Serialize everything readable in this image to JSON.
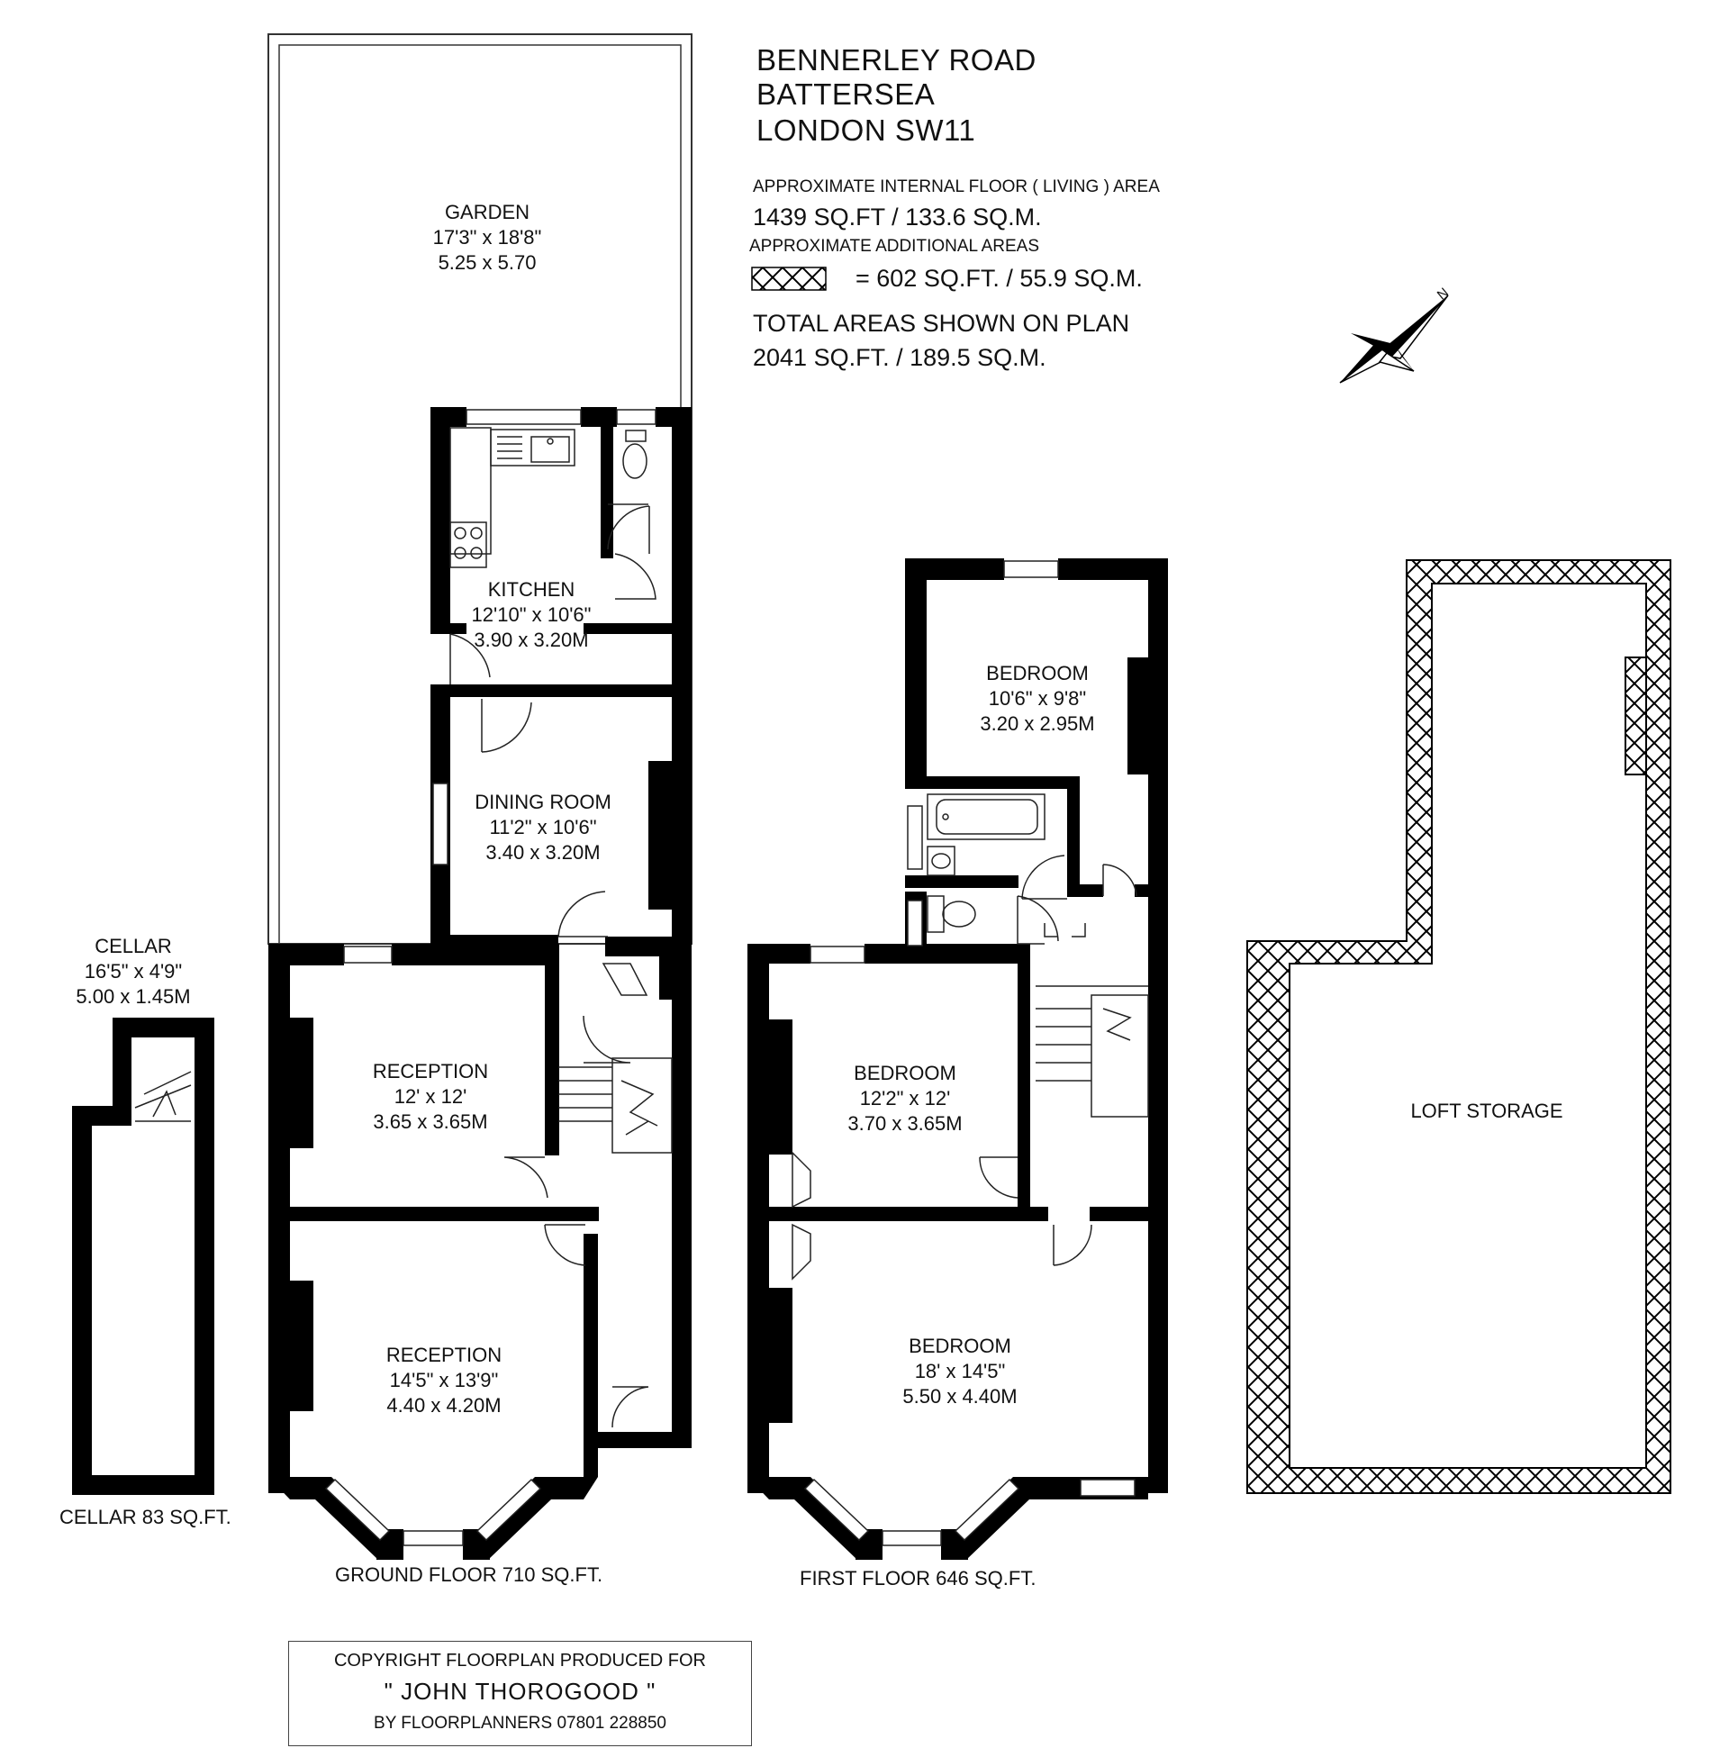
{
  "address": {
    "line1": "BENNERLEY ROAD",
    "line2": "BATTERSEA",
    "line3": "LONDON SW11"
  },
  "areas": {
    "living_label": "APPROXIMATE INTERNAL FLOOR ( LIVING ) AREA",
    "living_value": "1439 SQ.FT / 133.6 SQ.M.",
    "additional_label": "APPROXIMATE ADDITIONAL AREAS",
    "additional_value": "= 602 SQ.FT. / 55.9 SQ.M.",
    "total_label": "TOTAL AREAS SHOWN ON PLAN",
    "total_value": "2041 SQ.FT. / 189.5 SQ.M."
  },
  "compass": {
    "north_label": "N"
  },
  "rooms": {
    "garden": {
      "name": "GARDEN",
      "imperial": "17'3\" x 18'8\"",
      "metric": "5.25 x 5.70"
    },
    "kitchen": {
      "name": "KITCHEN",
      "imperial": "12'10\" x 10'6\"",
      "metric": "3.90 x 3.20M"
    },
    "dining": {
      "name": "DINING ROOM",
      "imperial": "11'2\" x 10'6\"",
      "metric": "3.40 x 3.20M"
    },
    "reception1": {
      "name": "RECEPTION",
      "imperial": "12' x 12'",
      "metric": "3.65 x 3.65M"
    },
    "reception2": {
      "name": "RECEPTION",
      "imperial": "14'5\" x 13'9\"",
      "metric": "4.40 x 4.20M"
    },
    "cellar": {
      "name": "CELLAR",
      "imperial": "16'5\" x 4'9\"",
      "metric": "5.00 x 1.45M"
    },
    "bedroom1": {
      "name": "BEDROOM",
      "imperial": "10'6\" x 9'8\"",
      "metric": "3.20 x 2.95M"
    },
    "bedroom2": {
      "name": "BEDROOM",
      "imperial": "12'2\" x 12'",
      "metric": "3.70 x 3.65M"
    },
    "bedroom3": {
      "name": "BEDROOM",
      "imperial": "18' x 14'5\"",
      "metric": "5.50 x 4.40M"
    },
    "loft": {
      "name": "LOFT STORAGE"
    }
  },
  "floors": {
    "cellar": "CELLAR 83 SQ.FT.",
    "ground": "GROUND FLOOR 710 SQ.FT.",
    "first": "FIRST FLOOR 646 SQ.FT."
  },
  "copyright": {
    "line1": "COPYRIGHT FLOORPLAN PRODUCED FOR",
    "line2": "\" JOHN THOROGOOD \"",
    "line3": "BY FLOORPLANNERS 07801 228850"
  },
  "colors": {
    "wall": "#000000",
    "line": "#222222",
    "background": "#ffffff"
  }
}
